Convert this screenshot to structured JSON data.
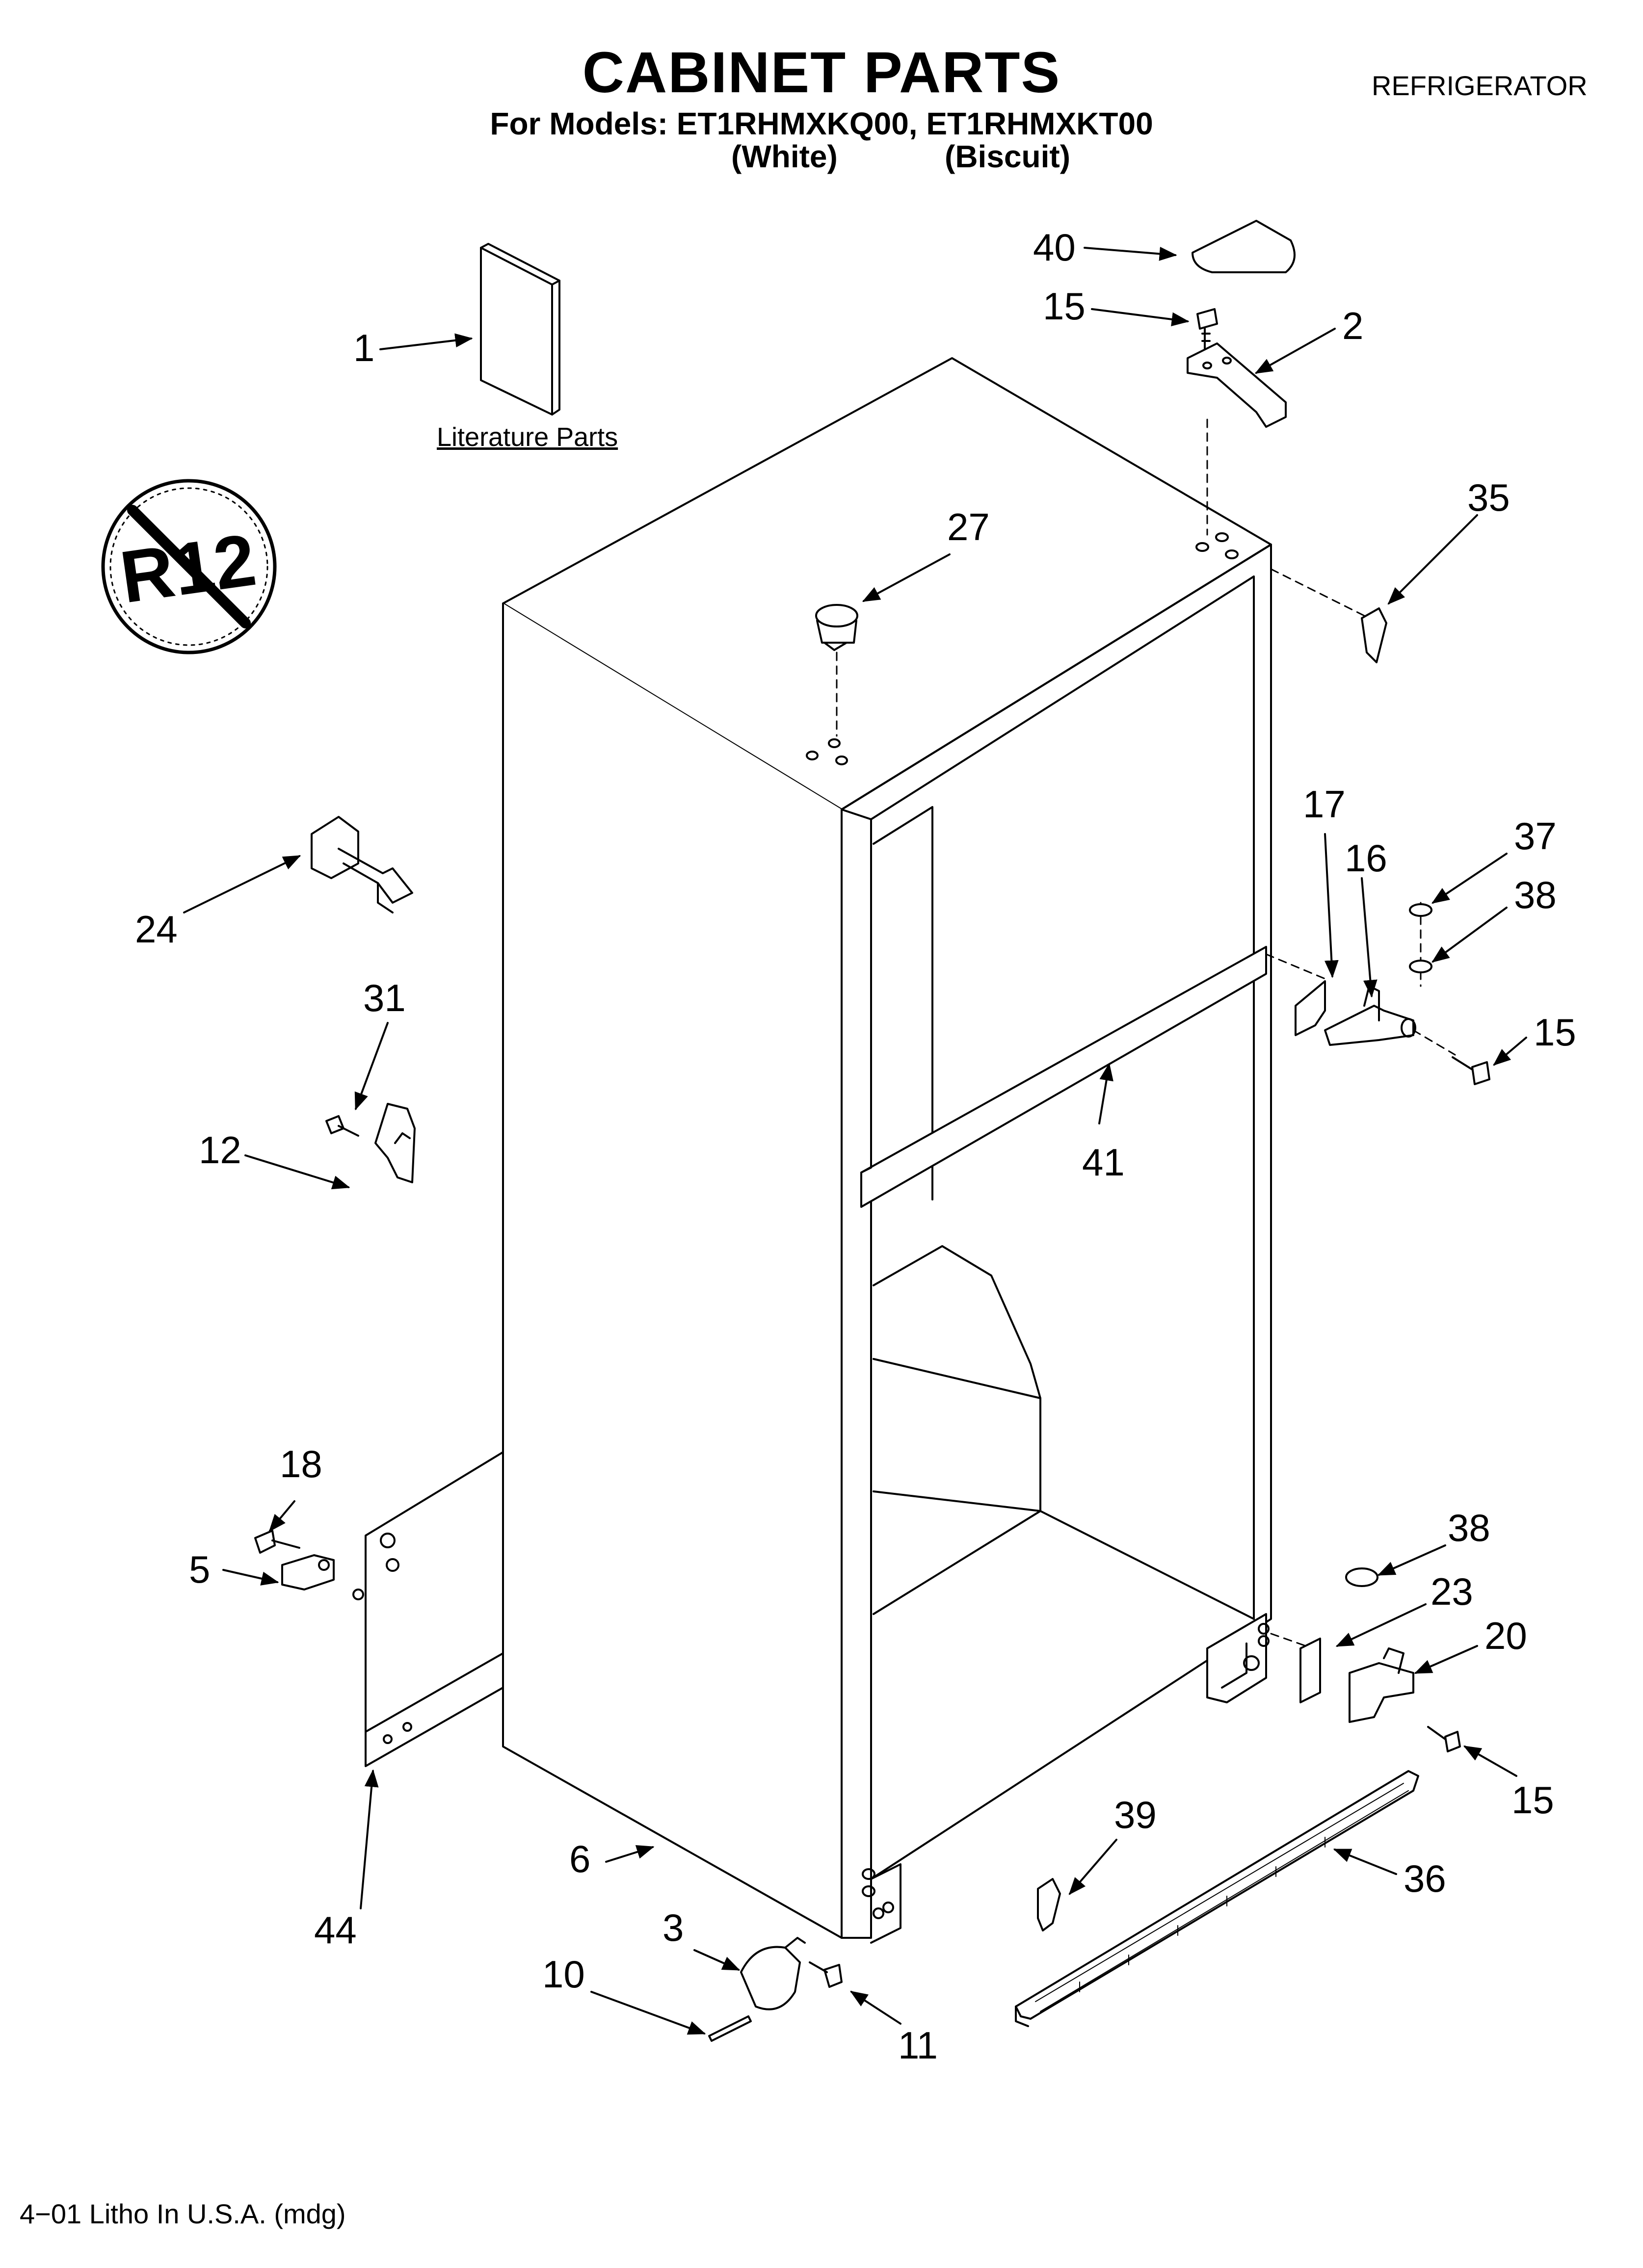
{
  "header": {
    "title": "CABINET PARTS",
    "models_line": "For Models: ET1RHMXKQ00, ET1RHMXKT00",
    "variant_1": "(White)",
    "variant_2": "(Biscuit)",
    "category": "REFRIGERATOR"
  },
  "literature_label": "Literature Parts",
  "r12_logo_text": "R12",
  "footer": "4−01 Litho In U.S.A. (mdg)",
  "callouts": {
    "c1": "1",
    "c2": "2",
    "c3": "3",
    "c5": "5",
    "c6": "6",
    "c10": "10",
    "c11": "11",
    "c12": "12",
    "c15a": "15",
    "c15b": "15",
    "c15c": "15",
    "c16": "16",
    "c17": "17",
    "c18": "18",
    "c20": "20",
    "c23": "23",
    "c24": "24",
    "c27": "27",
    "c31": "31",
    "c35": "35",
    "c36": "36",
    "c37": "37",
    "c38a": "38",
    "c38b": "38",
    "c39": "39",
    "c40": "40",
    "c41": "41",
    "c44": "44"
  }
}
